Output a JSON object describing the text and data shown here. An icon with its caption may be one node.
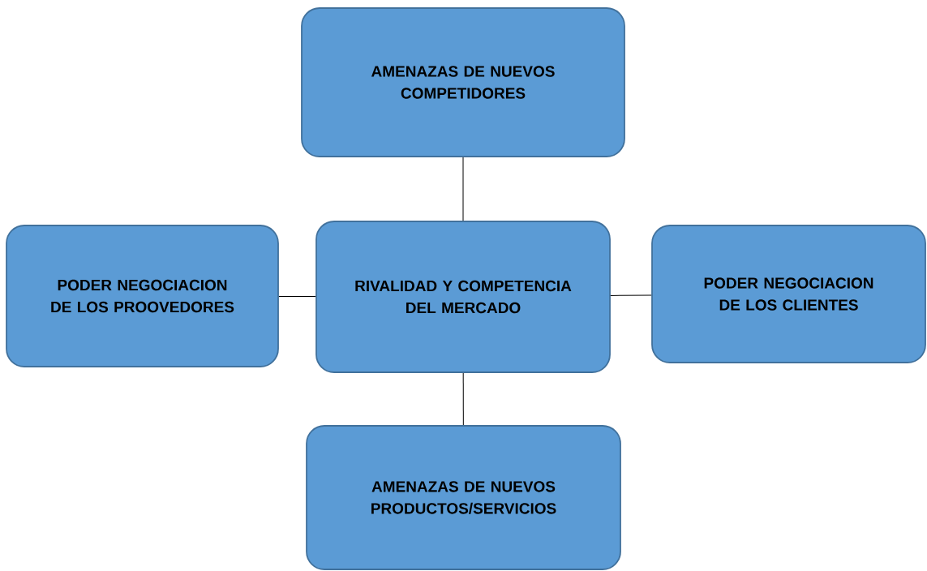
{
  "diagram": {
    "nodes": [
      {
        "text": [
          "AMENAZAS DE NUEVOS COMPETIDORES"
        ]
      },
      {
        "text": [
          "PODER NEGOCIACION DE LOS PROOVEDORES"
        ]
      },
      {
        "text": [
          "RIVALIDAD Y COMPETENCIA DEL MERCADO"
        ]
      },
      {
        "text": [
          "PODER NEGOCIACION DE LOS CLIENTES"
        ]
      },
      {
        "text": [
          "AMENAZAS DE NUEVOS PRODUCTOS/SERVICIOS"
        ]
      }
    ],
    "edges": [
      {
        "from": 2,
        "to": 0,
        "arrow": "none"
      },
      {
        "from": 1,
        "to": 2,
        "arrow": "none"
      },
      {
        "from": 2,
        "to": 3,
        "arrow": "none"
      },
      {
        "from": 2,
        "to": 4,
        "arrow": "none"
      }
    ]
  }
}
